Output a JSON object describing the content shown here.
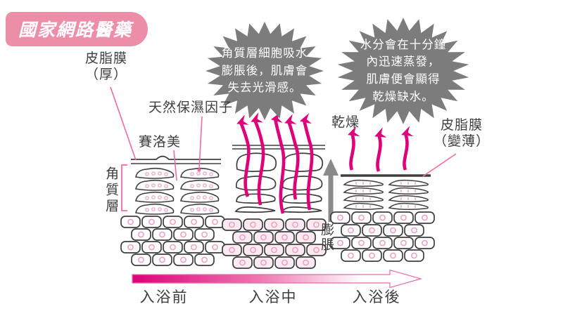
{
  "badge": {
    "label": "國家網路醫藥"
  },
  "callouts": {
    "during": {
      "lines": [
        "角質層細胞吸水",
        "膨脹後，肌膚會",
        "失去光滑感。"
      ]
    },
    "after": {
      "lines": [
        "水分會在十分鐘",
        "內迅速蒸發，",
        "肌膚便會顯得",
        "乾燥缺水。"
      ]
    }
  },
  "labels": {
    "sebum_thick": {
      "line1": "皮脂膜",
      "line2": "（厚）"
    },
    "nmf": "天然保濕因子",
    "ceramide": "賽洛美",
    "stratum_corneum": "角質層",
    "dry": "乾燥",
    "sebum_thin": {
      "line1": "皮脂膜",
      "line2": "（變薄）"
    },
    "swelling": "膨脹"
  },
  "timeline": {
    "before": "入浴前",
    "during": "入浴中",
    "after": "入浴後"
  },
  "colors": {
    "badge_pink": "#ec8ea8",
    "callout_gray": "#7d7c7c",
    "magenta": "#df0079",
    "leader_pink": "#ef6ba5",
    "ink": "#3f3e3e",
    "nucleus_pink": "#ef9ec0",
    "cell_fill_pink": "#fceaf2"
  }
}
